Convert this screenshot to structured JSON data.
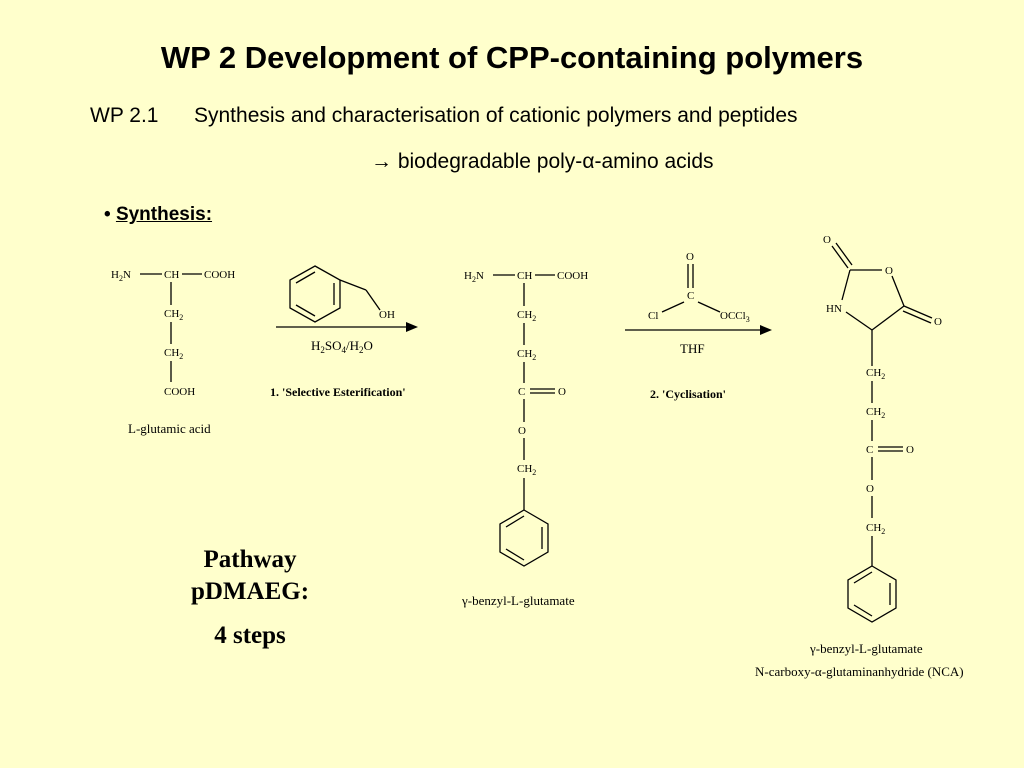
{
  "slide": {
    "title": "WP 2 Development of CPP-containing polymers",
    "subtitle_number": "WP 2.1",
    "subtitle_text": "Synthesis and characterisation of cationic polymers and peptides",
    "subtitle_arrow": "→",
    "subtitle_line2_a": " biodegradable poly-",
    "subtitle_line2_alpha": "α",
    "subtitle_line2_b": "-amino acids",
    "bullet_symbol": "•",
    "bullet_label": "Synthesis:"
  },
  "pathway": {
    "line1": "Pathway",
    "line2": "pDMAEG:",
    "steps": "4 steps"
  },
  "atoms": {
    "H": "H",
    "N": "N",
    "sub2": "2",
    "sub3": "3",
    "sub4": "4",
    "CH": "CH",
    "COOH": "COOH",
    "C": "C",
    "O": "O",
    "OH": "OH",
    "Cl": "Cl",
    "OCCl": "OCCl",
    "HN": "HN",
    "SO": "SO",
    "slash": "/"
  },
  "labels": {
    "glutamic": "L-glutamic acid",
    "benzyl_gamma": "γ",
    "benzyl_rest": "-benzyl-L-glutamate",
    "nca_line2_a": "N-carboxy-",
    "nca_line2_alpha": "α",
    "nca_line2_b": "-glutaminanhydride (NCA)"
  },
  "steps": {
    "step1": "1. 'Selective Esterification'",
    "step2": "2. 'Cyclisation'",
    "solvent": "THF"
  }
}
